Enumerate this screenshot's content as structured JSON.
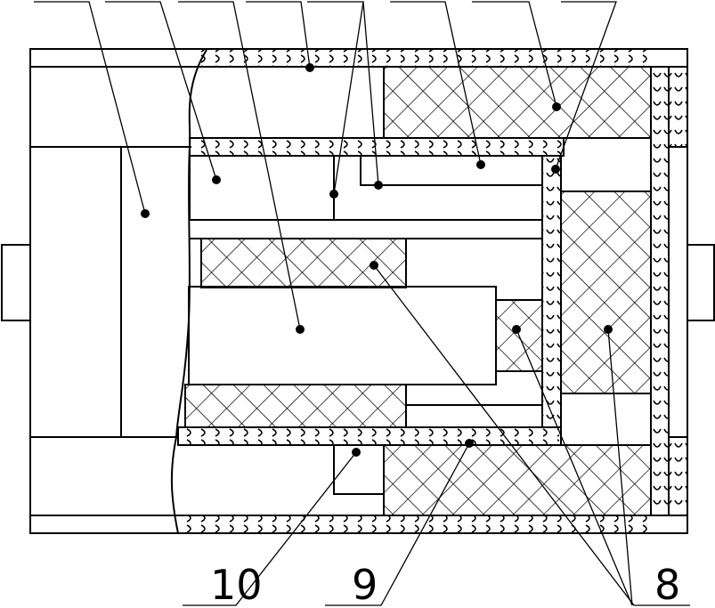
{
  "figure": {
    "reference_numerals": [
      {
        "id": "ref-10",
        "text": "10"
      },
      {
        "id": "ref-9",
        "text": "9"
      },
      {
        "id": "ref-8",
        "text": "8"
      }
    ],
    "hatch_pattern": "crosshatch",
    "colors": {
      "line": "#000000",
      "background": "#ffffff"
    }
  }
}
